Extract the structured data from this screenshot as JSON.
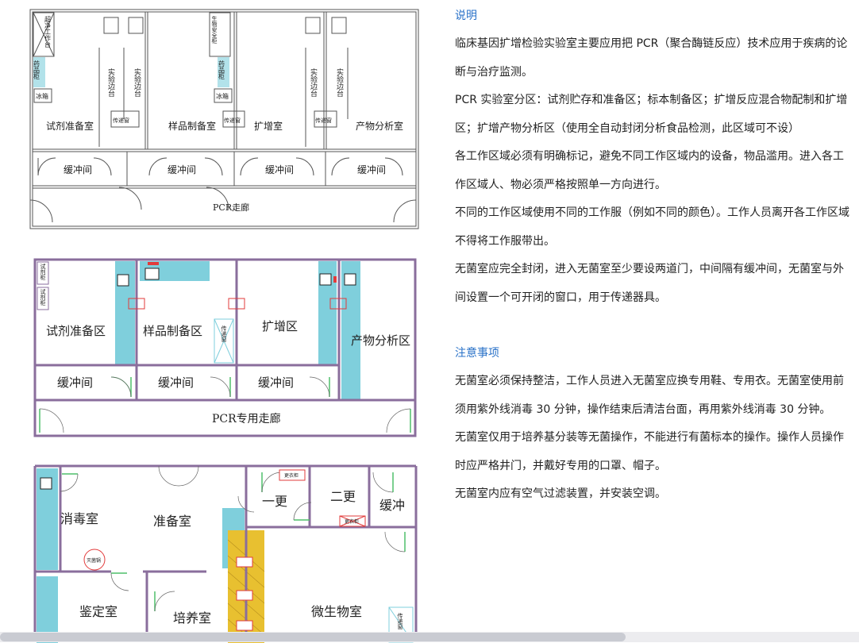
{
  "plan1": {
    "rooms": [
      "试剂准备室",
      "样品制备室",
      "扩增室",
      "产物分析室"
    ],
    "buffer": "缓冲间",
    "corridor": "PCR走廊",
    "bench": "实验边台",
    "pass_window": "传递窗",
    "fume_hood": "超净工作台",
    "bio_cabinet": "生物安全柜",
    "reagent_cabinet": "药品柜",
    "fridge": "冰箱"
  },
  "plan2": {
    "rooms": [
      "试剂准备区",
      "样品制备区",
      "扩增区",
      "产物分析区"
    ],
    "buffer": "缓冲间",
    "corridor": "PCR专用走廊",
    "reagent_cab_1": "试剂柜",
    "reagent_cab_2": "试剂柜",
    "pass_window": "传递窗"
  },
  "plan3": {
    "rooms": [
      "消毒室",
      "准备室",
      "一更",
      "二更",
      "缓冲",
      "鉴定室",
      "培养室",
      "微生物室"
    ],
    "sterilizer": "灭菌锅",
    "locker_1": "更衣柜",
    "locker_2": "更衣柜",
    "pass_window": "传递窗"
  },
  "notes": {
    "title": "说明",
    "paragraphs": [
      "临床基因扩增检验实验室主要应用把 PCR（聚合酶链反应）技术应用于疾病的论断与治疗监测。",
      "PCR 实验室分区：试剂贮存和准备区；标本制备区；扩增反应混合物配制和扩增区；扩增产物分析区（使用全自动封闭分析食品检测，此区域可不设）",
      "各工作区域必须有明确标记，避免不同工作区域内的设备，物品滥用。进入各工作区域人、物必须严格按照单一方向进行。",
      "不同的工作区域使用不同的工作服（例如不同的颜色）。工作人员离开各工作区域不得将工作服带出。",
      "无菌室应完全封闭，进入无菌室至少要设两道门，中间隔有缓冲间，无菌室与外间设置一个可开闭的窗口，用于传递器具。"
    ]
  },
  "attention": {
    "title": "注意事项",
    "paragraphs": [
      "无菌室必须保持整洁，工作人员进入无菌室应换专用鞋、专用衣。无菌室使用前须用紫外线消毒 30 分钟，操作结束后清洁台面，再用紫外线消毒 30 分钟。",
      "无菌室仅用于培养基分装等无菌操作，不能进行有菌标本的操作。操作人员操作时应严格井门，并戴好专用的口罩、帽子。",
      "无菌室内应有空气过滤装置，并安装空调。"
    ]
  },
  "colors": {
    "accent": "#2a72c8",
    "wall_purple": "#8a6e9c",
    "bench_cyan": "#7fcfdc",
    "door_green": "#4fbf6a",
    "marker_red": "#e23b3b"
  }
}
